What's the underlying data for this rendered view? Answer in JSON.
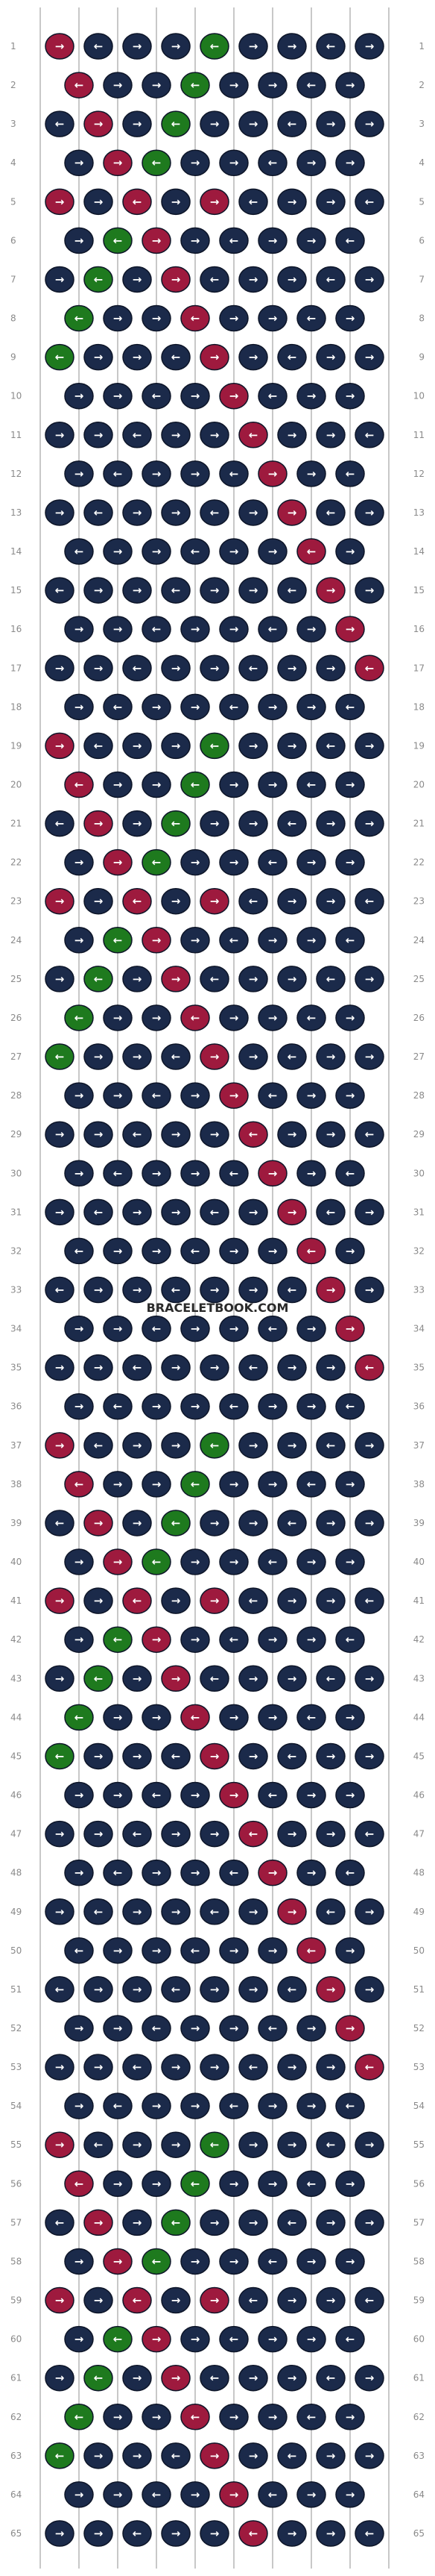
{
  "diagram": {
    "watermark": "BRACELETBOOK.COM",
    "rows": 65,
    "columns": 9,
    "strings": 10,
    "colors": {
      "navy": "#1b2a4a",
      "crimson": "#9e1a3e",
      "gold": "#b8913a",
      "green": "#1e7a1e"
    },
    "row_labels": [
      "1",
      "2",
      "3",
      "4",
      "5",
      "6",
      "7",
      "8",
      "9",
      "10",
      "11",
      "12",
      "13",
      "14",
      "15",
      "16",
      "17",
      "18",
      "19",
      "20",
      "21",
      "22",
      "23",
      "24",
      "25",
      "26",
      "27",
      "28",
      "29",
      "30",
      "31",
      "32",
      "33",
      "34",
      "35",
      "36",
      "37",
      "38",
      "39",
      "40",
      "41",
      "42",
      "43",
      "44",
      "45",
      "46",
      "47",
      "48",
      "49",
      "50",
      "51",
      "52",
      "53",
      "54",
      "55",
      "56",
      "57",
      "58",
      "59",
      "60",
      "61",
      "62",
      "63",
      "64",
      "65"
    ],
    "knot_arrows": {
      "R": "→",
      "L": "←"
    }
  }
}
